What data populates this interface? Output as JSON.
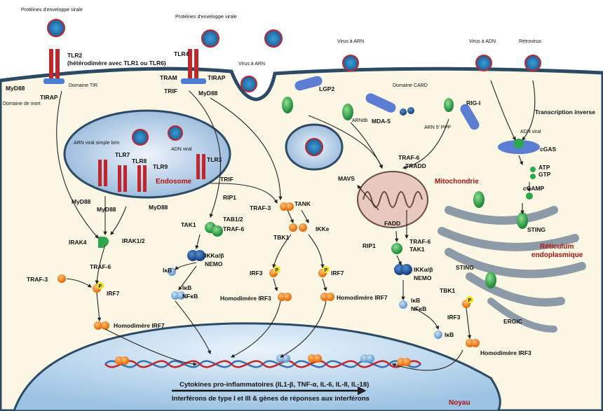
{
  "labels": {
    "env_left": "Protéines d'enveloppe virale",
    "env_mid": "Protéines d'enveloppe virale",
    "tlr2": "TLR2",
    "tlr2_sub": "(hétérodimère avec TLR1 ou TLR6)",
    "tlr4": "TLR4",
    "tram": "TRAM",
    "tirap_top": "TIRAP",
    "trif_top": "TRIF",
    "myd88_top": "MyD88",
    "myd88_left": "MyD88",
    "tirap_left": "TIRAP",
    "domaine_tir": "Domaine TIR",
    "domaine_mort": "Domaine de mort",
    "virus_arn_mid": "Virus à ARN",
    "virus_arn_right": "Virus à ARN",
    "virus_adn": "Virus à ADN",
    "retrovirus": "Rétrovirus",
    "lgp2": "LGP2",
    "domaine_card": "Domaine CARD",
    "arndb": "ARNdb",
    "mda5": "MDA-5",
    "rig1": "RIG-I",
    "arn5ppp": "ARN 5' PPP",
    "transcription_inverse": "Transcription inverse",
    "adn_viral_right": "ADN viral",
    "cgas": "cGAS",
    "atp": "ATP",
    "gtp": "GTP",
    "cgamp": "cGAMP",
    "traf6_top": "TRAF-6",
    "tradd": "TRADD",
    "mavs": "MAVS",
    "mitochondrie": "Mitochondrie",
    "arn_simple_brin": "ARN viral simple brin",
    "adn_viral_endo": "ADN viral",
    "tlr7": "TLR7",
    "tlr8": "TLR8",
    "tlr9": "TLR9",
    "tlr3": "TLR3",
    "endosome": "Endosome",
    "trif_endo": "TRIF",
    "rip1_left": "RIP1",
    "myd88_e1": "MyD88",
    "myd88_e2": "MyD88",
    "myd88_e3": "MyD88",
    "irak4": "IRAK4",
    "irak12": "IRAK1/2",
    "traf6_left": "TRAF-6",
    "tab12": "TAB1/2",
    "tak1_left": "TAK1",
    "traf6_mid": "TRAF-6",
    "traf3_mid": "TRAF-3",
    "tank": "TANK",
    "tbk1_mid": "TBK1",
    "ikke": "IKKe",
    "ikk_left": "IKKα/β",
    "nemo_left": "NEMO",
    "ikb_left1": "IκB",
    "ikb_left2": "IκB",
    "nfkb_left": "NFκB",
    "traf3_left": "TRAF-3",
    "irf7_left": "IRF7",
    "homo_irf7_left": "Homodimère IRF7",
    "irf3_mid": "IRF3",
    "irf7_mid": "IRF7",
    "homo_irf3_mid": "Homodimère IRF3",
    "homo_irf7_mid": "Homodimère IRF7",
    "fadd": "FADD",
    "rip1_right": "RIP1",
    "traf6_right": "TRAF-6",
    "tak1_right": "TAK1",
    "ikk_right": "IKKα/β",
    "nemo_right": "NEMO",
    "ikb_right1": "IκB",
    "nfkb_right": "NFκB",
    "ikb_right2": "IκB",
    "sting_top": "STING",
    "reticulum": "Réticulum",
    "endoplasmique": "endoplasmique",
    "sting_mid": "STING",
    "tbk1_right": "TBK1",
    "irf3_right": "IRF3",
    "ergic": "ERGIC",
    "homo_irf3_right": "Homodimère IRF3",
    "cytokines": "Cytokines pro-inflammatoires (IL1-β, TNF-α, IL-6, IL-8, IL-18)",
    "interferons": "Interférons de type I et III & gènes de réponses aux interférons",
    "noyau": "Noyau",
    "phos": "P"
  },
  "colors": {
    "cytoplasm": "#fbf7e4",
    "membrane": "#2b4a63",
    "extracellular": "#ffffff",
    "receptor": "#c0262c",
    "adaptor": "#4a7fd4",
    "orange": "#f28a1a",
    "green": "#2aa84a",
    "endosome": "#c5d8ec",
    "mitochondria": "#e8c9c0",
    "er": "#8d9aa7",
    "nucleus": "#d7e8f4",
    "labelRed": "#b01010"
  }
}
